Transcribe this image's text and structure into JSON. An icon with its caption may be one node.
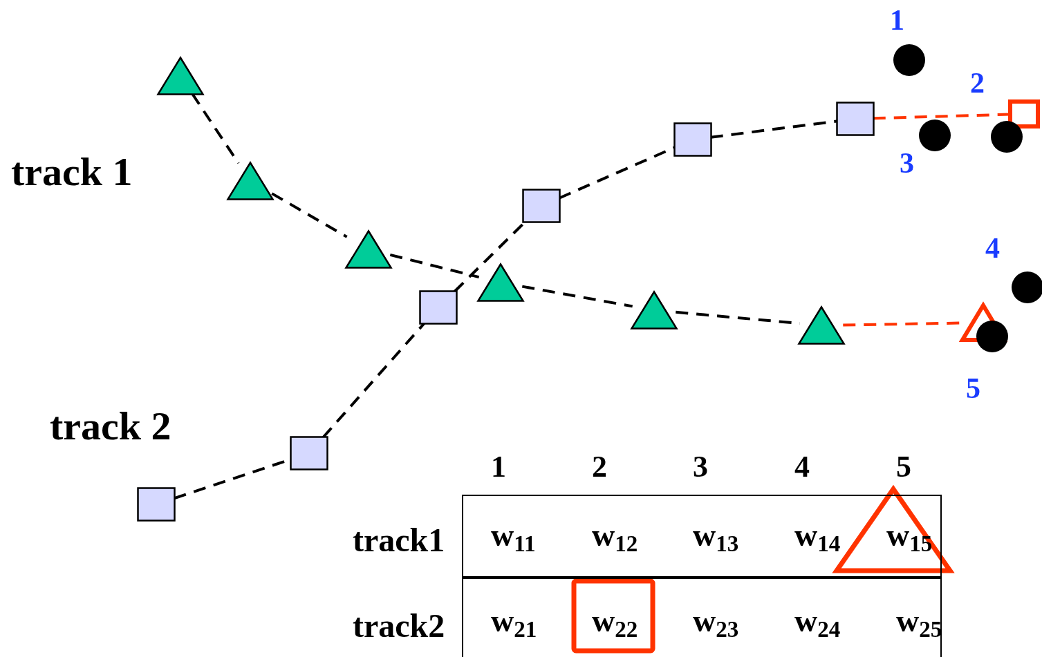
{
  "diagram": {
    "nodes": [
      {
        "text": [],
        "shape": "triangle"
      },
      {
        "text": [],
        "shape": "triangle"
      },
      {
        "text": [],
        "shape": "triangle"
      },
      {
        "text": [],
        "shape": "triangle"
      },
      {
        "text": [],
        "shape": "triangle"
      },
      {
        "text": [],
        "shape": "triangle"
      },
      {
        "text": [],
        "shape": "triangle"
      },
      {
        "text": [],
        "shape": "box"
      },
      {
        "text": [],
        "shape": "box"
      },
      {
        "text": [],
        "shape": "box"
      },
      {
        "text": [],
        "shape": "box"
      },
      {
        "text": [],
        "shape": "box"
      },
      {
        "text": [],
        "shape": "box"
      },
      {
        "text": [],
        "shape": "box"
      },
      {
        "text": [],
        "shape": "circle",
        "beside": [
          "1"
        ]
      },
      {
        "text": [],
        "shape": "circle",
        "beside": [
          "2"
        ]
      },
      {
        "text": [],
        "shape": "circle",
        "beside": [
          "3"
        ]
      },
      {
        "text": [],
        "shape": "circle",
        "beside": [
          "4"
        ]
      },
      {
        "text": [],
        "shape": "circle",
        "beside": [
          "5"
        ]
      }
    ],
    "edges": [
      {
        "from": 0,
        "to": 1,
        "arrow": "none",
        "style": "dashed"
      },
      {
        "from": 1,
        "to": 2,
        "arrow": "none",
        "style": "dashed"
      },
      {
        "from": 2,
        "to": 3,
        "arrow": "none",
        "style": "dashed"
      },
      {
        "from": 3,
        "to": 4,
        "arrow": "none",
        "style": "dashed"
      },
      {
        "from": 4,
        "to": 5,
        "arrow": "none",
        "style": "dashed"
      },
      {
        "from": 5,
        "to": 6,
        "arrow": "none",
        "style": "dashed",
        "color": "#ff3300"
      },
      {
        "from": 7,
        "to": 8,
        "arrow": "none",
        "style": "dashed"
      },
      {
        "from": 8,
        "to": 9,
        "arrow": "none",
        "style": "dashed"
      },
      {
        "from": 9,
        "to": 10,
        "arrow": "none",
        "style": "dashed"
      },
      {
        "from": 10,
        "to": 11,
        "arrow": "none",
        "style": "dashed"
      },
      {
        "from": 11,
        "to": 12,
        "arrow": "none",
        "style": "dashed"
      },
      {
        "from": 12,
        "to": 13,
        "arrow": "none",
        "style": "dashed",
        "color": "#ff3300"
      }
    ],
    "labels": [
      "track 1",
      "track 2",
      "1",
      "2",
      "3",
      "4",
      "5",
      "track1",
      "w$_{11}$",
      "w$_{12}$",
      "w$_{13}$",
      "w$_{14}$",
      "w$_{15}$",
      "track2",
      "w$_{21}$",
      "w$_{22}$",
      "w$_{23}$",
      "w$_{24}$",
      "w$_{25}$"
    ]
  }
}
